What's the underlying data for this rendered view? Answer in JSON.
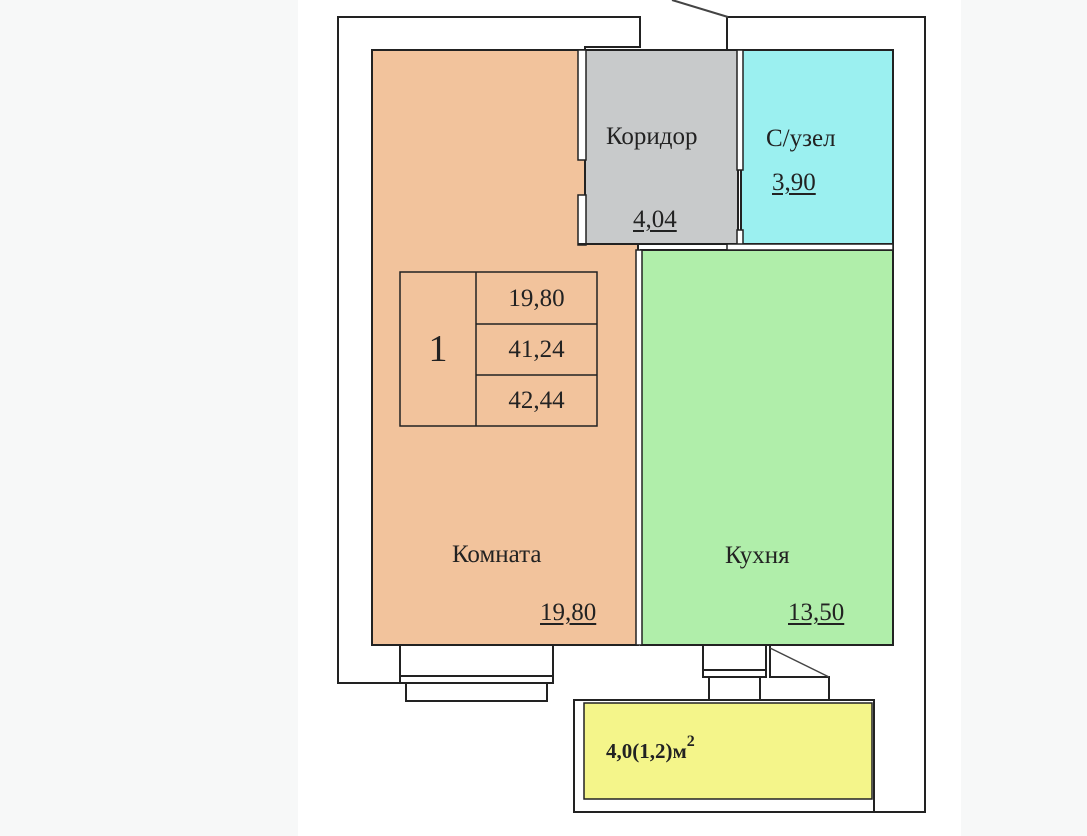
{
  "plan": {
    "rooms": [
      {
        "id": "room",
        "name": "Комната",
        "area": "19,80",
        "color": "#f2c39c"
      },
      {
        "id": "corridor",
        "name": "Коридор",
        "area": "4,04",
        "color": "#c8cacb"
      },
      {
        "id": "bathroom",
        "name": "С/узел",
        "area": "3,90",
        "color": "#9bf0f0"
      },
      {
        "id": "kitchen",
        "name": "Кухня",
        "area": "13,50",
        "color": "#b0eeaa"
      }
    ],
    "balcony": {
      "label": "4,0(1,2)м",
      "unit_sup": "2",
      "color": "#f4f58a"
    },
    "summary": {
      "rooms_count": "1",
      "living_area": "19,80",
      "total_area": "41,24",
      "total_with_balcony": "42,44"
    },
    "wall_color": "#222222"
  }
}
